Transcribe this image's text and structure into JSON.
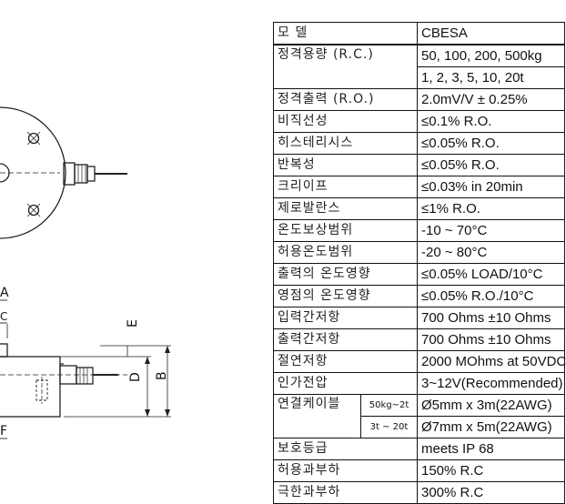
{
  "drawing": {
    "dim_labels": {
      "a": "A",
      "c": "C",
      "e": "E",
      "d": "D",
      "b": "B",
      "f": "F"
    }
  },
  "spec_table": {
    "rows": [
      {
        "label": "모 델",
        "value": "CBESA"
      },
      {
        "label": "정격용량 (R.C.)",
        "value": "50, 100, 200, 500kg",
        "value2": "1, 2, 3, 5, 10, 20t"
      },
      {
        "label": "정격출력 (R.O.)",
        "value": "2.0mV/V ± 0.25%"
      },
      {
        "label": "비직선성",
        "value": "≤0.1% R.O."
      },
      {
        "label": "히스테리시스",
        "value": "≤0.05% R.O."
      },
      {
        "label": "반복성",
        "value": "≤0.05% R.O."
      },
      {
        "label": "크리이프",
        "value": "≤0.03% in 20min"
      },
      {
        "label": "제로발란스",
        "value": "≤1% R.O."
      },
      {
        "label": "온도보상범위",
        "value": "-10 ~ 70°C"
      },
      {
        "label": "허용온도범위",
        "value": "-20 ~ 80°C"
      },
      {
        "label": "출력의 온도영향",
        "value": "≤0.05% LOAD/10°C"
      },
      {
        "label": "영점의 온도영향",
        "value": "≤0.05% R.O./10°C"
      },
      {
        "label": "입력간저항",
        "value": "700 Ohms ±10 Ohms"
      },
      {
        "label": "출력간저항",
        "value": "700 Ohms ±10 Ohms"
      },
      {
        "label": "절연저항",
        "value": "2000 MOhms at 50VDC"
      },
      {
        "label": "인가전압",
        "value": "3~12V(Recommended)"
      },
      {
        "label": "연결케이블",
        "sub1": "50kg~2t",
        "value": "Ø5mm x 3m(22AWG)",
        "sub2": "3t ~ 20t",
        "value2": "Ø7mm x 5m(22AWG)"
      },
      {
        "label": "보호등급",
        "value": "meets IP 68"
      },
      {
        "label": "허용과부하",
        "value": "150% R.C"
      },
      {
        "label": "극한과부하",
        "value": "300% R.C"
      }
    ]
  }
}
